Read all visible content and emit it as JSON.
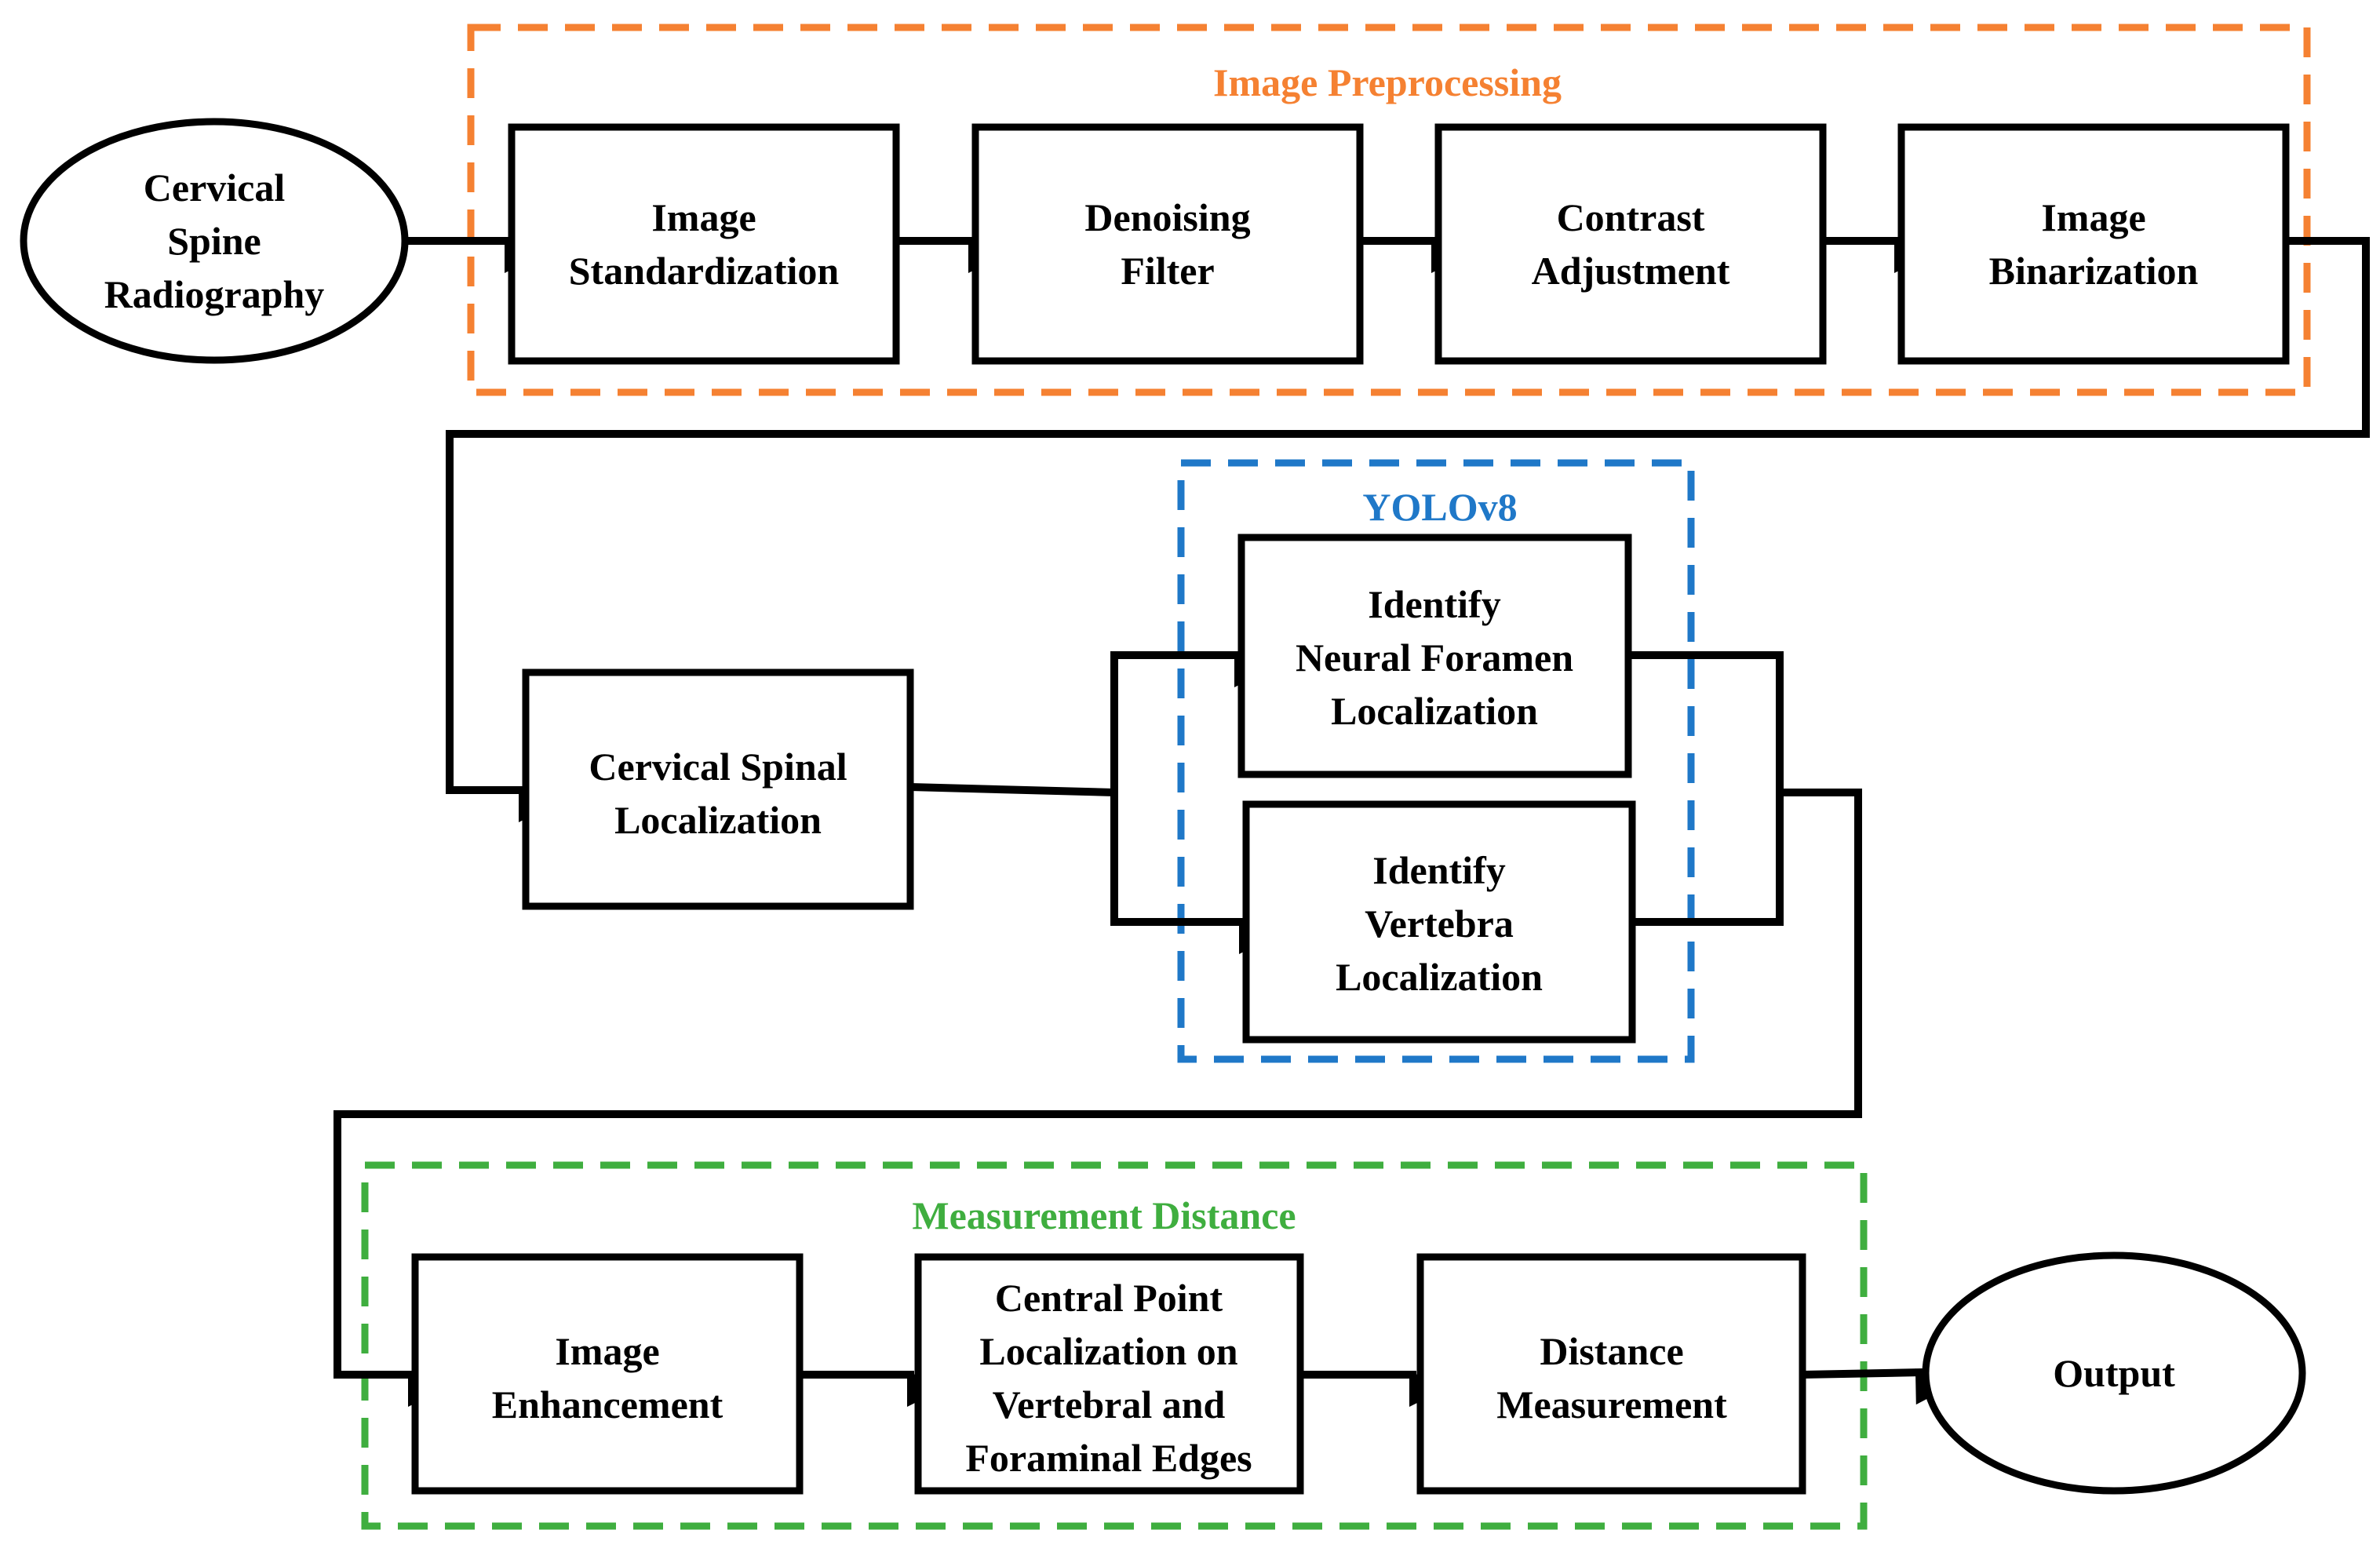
{
  "colors": {
    "preprocessing": "#f58132",
    "yolo": "#1f78c8",
    "measurement": "#3fae3f",
    "line": "#000000"
  },
  "groups": {
    "preprocessing": {
      "title": "Image Preprocessing"
    },
    "yolo": {
      "title": "YOLOv8"
    },
    "measurement": {
      "title": "Measurement  Distance"
    }
  },
  "nodes": {
    "input": {
      "lines": [
        "Cervical",
        "Spine",
        "Radiography"
      ]
    },
    "standardize": {
      "lines": [
        "Image",
        "Standardization"
      ]
    },
    "denoise": {
      "lines": [
        "Denoising",
        "Filter"
      ]
    },
    "contrast": {
      "lines": [
        "Contrast",
        "Adjustment"
      ]
    },
    "binarize": {
      "lines": [
        "Image",
        "Binarization"
      ]
    },
    "spinal": {
      "lines": [
        "Cervical Spinal",
        "Localization"
      ]
    },
    "foramen": {
      "lines": [
        "Identify",
        "Neural Foramen",
        "Localization"
      ]
    },
    "vertebra": {
      "lines": [
        "Identify",
        "Vertebra",
        "Localization"
      ]
    },
    "enhance": {
      "lines": [
        "Image",
        "Enhancement"
      ]
    },
    "centralpoint": {
      "lines": [
        "Central Point",
        "Localization on",
        "Vertebral and",
        "Foraminal Edges"
      ]
    },
    "distance": {
      "lines": [
        "Distance",
        "Measurement"
      ]
    },
    "output": {
      "lines": [
        "Output"
      ]
    }
  }
}
